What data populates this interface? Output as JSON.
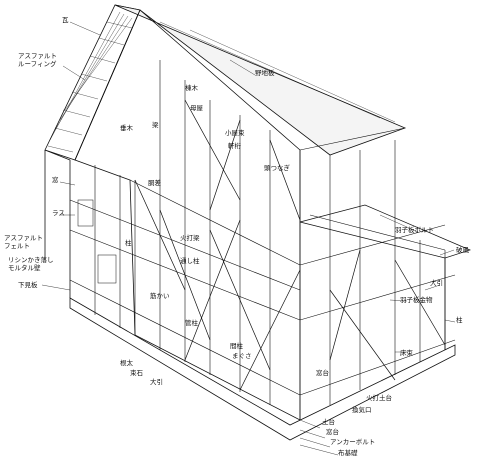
{
  "labels": {
    "kawara": "瓦",
    "asphalt_roofing": [
      "アスファルト",
      "ルーフィング"
    ],
    "nojiita": "野地板",
    "taruki": "垂木",
    "tsukaduka": "小屋束",
    "muneki": "棟木",
    "moya": "母屋",
    "mado": "窓",
    "rasu": "ラス",
    "asphalt_felt": [
      "アスファルト",
      "フェルト"
    ],
    "ringo_mortar": [
      "リシンかき落し",
      "モルタル壁"
    ],
    "shitamiita": "下見板",
    "hashira": "柱",
    "dodai": "土台",
    "nedaraku": "根太",
    "sujikai": "筋かい",
    "kadobashira": "通し柱",
    "hiuchi": "火打梁",
    "toshibashira": "管柱",
    "karimado": "窓台",
    "madoue": "まぐさ",
    "yukazuka": "床束",
    "tsuka_ishi": "束石",
    "ohbiki": "大引",
    "anchor_bolt": "アンカーボルト",
    "fukiishi": "布基礎",
    "kanryoku": "換気口",
    "hafu": "破風",
    "hashira_tsuki_bolt": "羽子板ボルト",
    "kiso_kanamono": "羽子板金物",
    "dobuchi": "胴差",
    "ban_ita": "間柱",
    "hari": "梁",
    "keta": "軒桁",
    "hiuchi_dodai": "火打土台",
    "kasagi": "窓台",
    "nagamochi": "頭つなぎ",
    "ohbiki2": "大引",
    "madodai": "窓台"
  }
}
